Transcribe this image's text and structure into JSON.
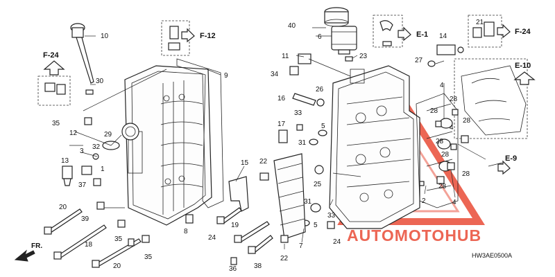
{
  "callouts": {
    "c1": "1",
    "c2": "2",
    "c3": "3",
    "c4a": "4",
    "c4b": "4",
    "c4c": "4",
    "c5a": "5",
    "c5b": "5",
    "c6": "6",
    "c7": "7",
    "c8": "8",
    "c9": "9",
    "c10": "10",
    "c11": "11",
    "c12": "12",
    "c13": "13",
    "c14": "14",
    "c15": "15",
    "c16": "16",
    "c17": "17",
    "c18": "18",
    "c19": "19",
    "c20a": "20",
    "c20b": "20",
    "c21": "21",
    "c22a": "22",
    "c22b": "22",
    "c23": "23",
    "c24a": "24",
    "c24b": "24",
    "c25": "25",
    "c26": "26",
    "c27": "27",
    "c28a": "28",
    "c28b": "28",
    "c28c": "28",
    "c28d": "28",
    "c28e": "28",
    "c28f": "28",
    "c28g": "28",
    "c29": "29",
    "c30": "30",
    "c31a": "31",
    "c31b": "31",
    "c32": "32",
    "c33a": "33",
    "c33b": "33",
    "c34": "34",
    "c35a": "35",
    "c35b": "35",
    "c35c": "35",
    "c36": "36",
    "c37": "37",
    "c38": "38",
    "c39": "39",
    "c40": "40"
  },
  "references": {
    "f12": "F-12",
    "f24_left": "F-24",
    "f24_right": "F-24",
    "e1": "E-1",
    "e10": "E-10",
    "e9": "E-9",
    "front": "FR."
  },
  "diagram_code": "HW3AE0500A",
  "watermark": {
    "text": "AUTOMOTOHUB",
    "color_primary": "#e8402a",
    "color_secondary": "#3a3a3a"
  },
  "colors": {
    "line": "#222222",
    "background": "#ffffff",
    "watermark": "#e8402a"
  }
}
